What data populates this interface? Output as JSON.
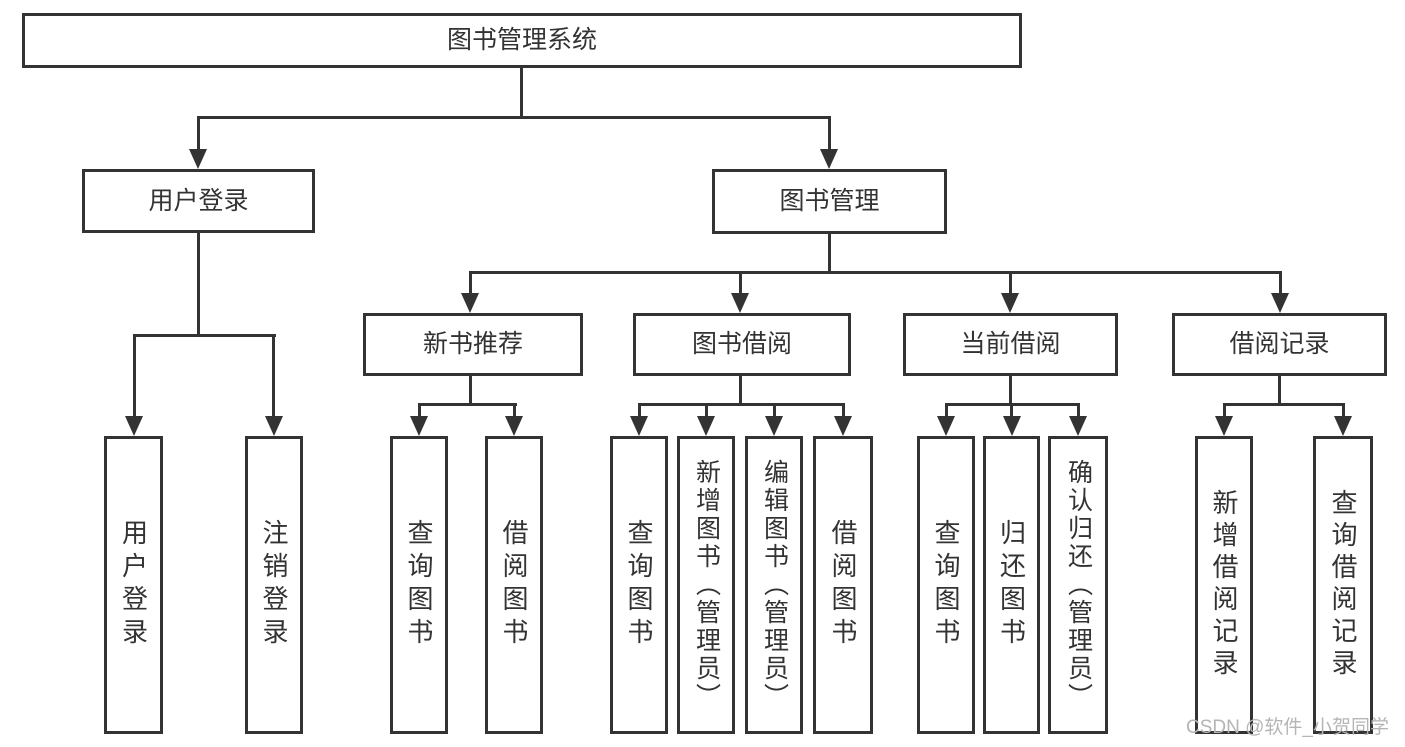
{
  "colors": {
    "line": "#333333",
    "text": "#333333",
    "bg": "#ffffff",
    "wm": "#b5b5b5"
  },
  "watermark": "CSDN @软件_小贺同学",
  "tree": {
    "root": "图书管理系统",
    "branches": [
      {
        "label": "用户登录",
        "children": [
          "用户登录",
          "注销登录"
        ]
      },
      {
        "label": "图书管理",
        "groups": [
          {
            "label": "新书推荐",
            "children": [
              "查询图书",
              "借阅图书"
            ]
          },
          {
            "label": "图书借阅",
            "children": [
              "查询图书",
              "新增图书（管理员）",
              "编辑图书（管理员）",
              "借阅图书"
            ]
          },
          {
            "label": "当前借阅",
            "children": [
              "查询图书",
              "归还图书",
              "确认归还（管理员）"
            ]
          },
          {
            "label": "借阅记录",
            "children": [
              "新增借阅记录",
              "查询借阅记录"
            ]
          }
        ]
      }
    ]
  }
}
